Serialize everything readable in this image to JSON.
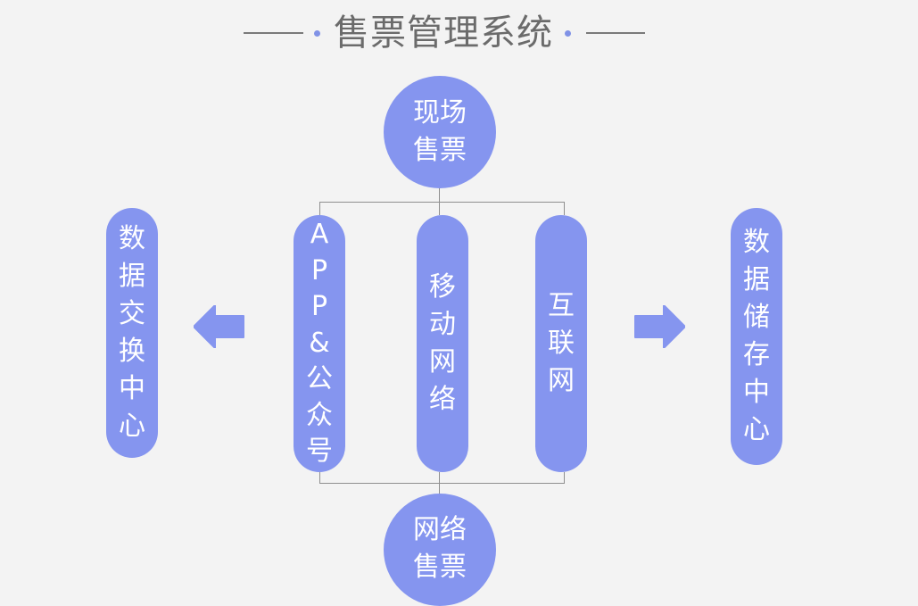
{
  "title": "售票管理系统",
  "center": {
    "top_node": [
      "现场",
      "售票"
    ],
    "channels": [
      [
        "A",
        "P",
        "P",
        "&",
        "公",
        "众",
        "号"
      ],
      [
        "移",
        "动",
        "网",
        "络"
      ],
      [
        "互",
        "联",
        "网"
      ]
    ],
    "bottom_node": [
      "网络",
      "售票"
    ]
  },
  "left_node": [
    "数",
    "据",
    "交",
    "换",
    "中",
    "心"
  ],
  "right_node": [
    "数",
    "据",
    "储",
    "存",
    "中",
    "心"
  ],
  "colors": {
    "accent": "#8595ef",
    "title_text": "#6b6b6b",
    "connector": "#8f8f8f",
    "background": "#f3f3f3"
  },
  "icons": {
    "left_arrow": "arrow-left-icon",
    "right_arrow": "arrow-right-icon"
  }
}
